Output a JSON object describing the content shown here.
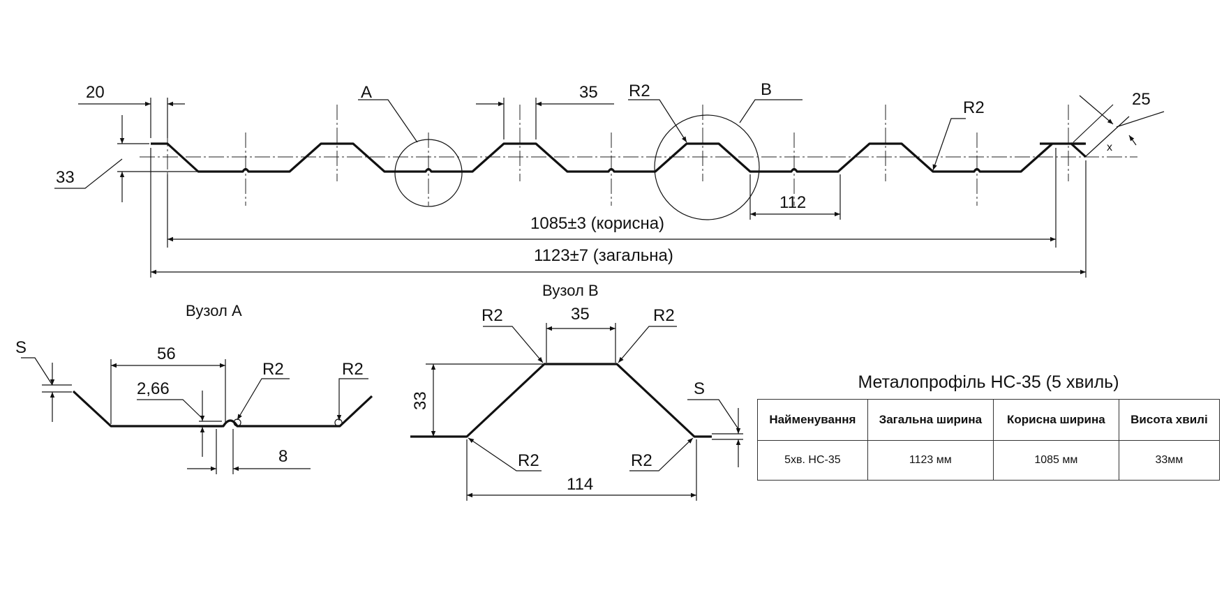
{
  "main_profile": {
    "dim_edge_width": "20",
    "dim_height": "33",
    "dim_crest_width": "35",
    "dim_pitch": "112",
    "dim_right_edge": "25",
    "radius_label_1": "R2",
    "radius_label_2": "R2",
    "callout_a": "A",
    "callout_b": "B",
    "axis_label": "x",
    "dim_useful_width": "1085±3 (корисна)",
    "dim_total_width": "1123±7 (загальна)"
  },
  "detail_a": {
    "title": "Вузол А",
    "thickness": "S",
    "dim_width": "56",
    "dim_groove_depth": "2,66",
    "radius_groove": "R2",
    "radius_corner": "R2",
    "dim_groove_width": "8"
  },
  "detail_b": {
    "title": "Вузол В",
    "radius_top_left": "R2",
    "radius_top_right": "R2",
    "radius_bottom_left": "R2",
    "radius_bottom_right": "R2",
    "dim_top": "35",
    "dim_height": "33",
    "dim_base": "114",
    "thickness": "S"
  },
  "spec_table": {
    "title": "Металопрофіль НС-35 (5 хвиль)",
    "headers": [
      "Найменування",
      "Загальна ширина",
      "Корисна ширина",
      "Висота хвилі"
    ],
    "rows": [
      [
        "5хв. НС-35",
        "1123 мм",
        "1085 мм",
        "33мм"
      ]
    ]
  }
}
